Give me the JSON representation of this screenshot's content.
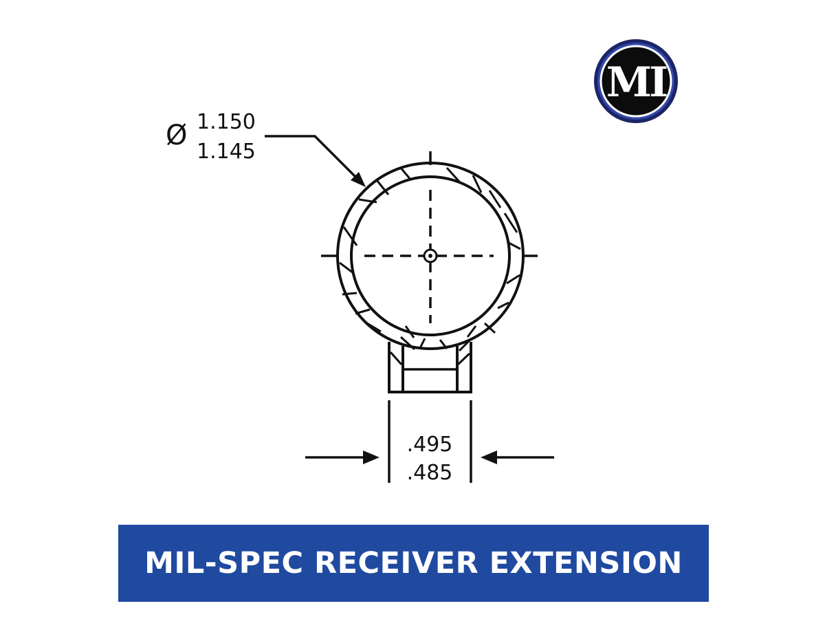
{
  "logo": {
    "text": "MI"
  },
  "dimensions": {
    "outer_diameter": {
      "symbol": "Ø",
      "max": "1.150",
      "min": "1.145"
    },
    "key_width": {
      "max": ".495",
      "min": ".485"
    }
  },
  "banner": {
    "title": "MIL-SPEC RECEIVER EXTENSION"
  },
  "colors": {
    "banner": "#2049a0",
    "ink": "#111111",
    "logo_ring": "#2b3a8e"
  }
}
